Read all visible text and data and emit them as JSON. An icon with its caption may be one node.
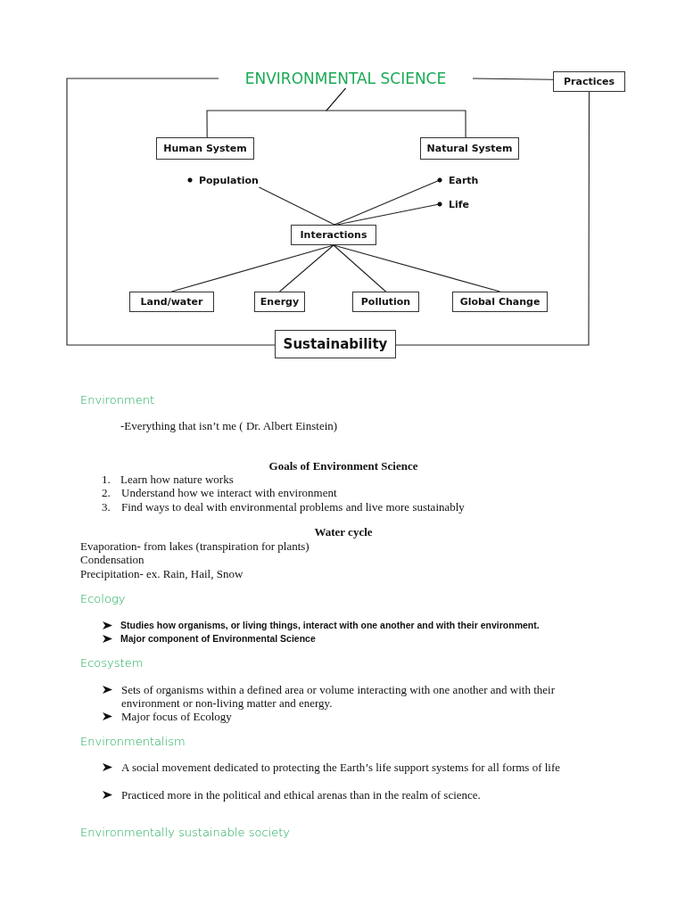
{
  "diagram": {
    "nodes": [
      {
        "text": [
          "ENVIRONMENTAL SCIENCE"
        ]
      },
      {
        "text": [
          "Practices"
        ]
      },
      {
        "text": [
          "Human System"
        ]
      },
      {
        "text": [
          "Natural System"
        ]
      },
      {
        "text": [
          "Population"
        ]
      },
      {
        "text": [
          "Earth"
        ]
      },
      {
        "text": [
          "Life"
        ]
      },
      {
        "text": [
          "Interactions"
        ]
      },
      {
        "text": [
          "Land/water"
        ]
      },
      {
        "text": [
          "Energy"
        ]
      },
      {
        "text": [
          "Pollution"
        ]
      },
      {
        "text": [
          "Global Change"
        ]
      },
      {
        "text": [
          "Sustainability"
        ]
      }
    ],
    "edges": [
      {
        "from": 0,
        "to": 2,
        "arrow": "none"
      },
      {
        "from": 0,
        "to": 3,
        "arrow": "none"
      },
      {
        "from": 0,
        "to": 1,
        "arrow": "none"
      },
      {
        "from": 0,
        "to": 12,
        "arrow": "none"
      },
      {
        "from": 1,
        "to": 12,
        "arrow": "none"
      },
      {
        "from": 4,
        "to": 7,
        "arrow": "none"
      },
      {
        "from": 5,
        "to": 7,
        "arrow": "none"
      },
      {
        "from": 6,
        "to": 7,
        "arrow": "none"
      },
      {
        "from": 7,
        "to": 8,
        "arrow": "none"
      },
      {
        "from": 7,
        "to": 9,
        "arrow": "none"
      },
      {
        "from": 7,
        "to": 10,
        "arrow": "none"
      },
      {
        "from": 7,
        "to": 11,
        "arrow": "none"
      }
    ],
    "labels": [
      "Environment",
      "-Everything that isn’t me ( Dr. Albert Einstein)",
      "Goals of Environment Science",
      "1.",
      "Learn how nature works",
      "2.",
      "Understand how we interact with environment",
      "3.",
      "Find ways to deal with environmental problems and live more sustainably",
      "Water cycle",
      "Evaporation- from lakes (transpiration for plants)",
      "Condensation",
      "Precipitation- ex. Rain, Hail, Snow",
      "Ecology",
      "Studies how organisms, or living things, interact with one another and with their environment.",
      "Major component of Environmental Science",
      "Ecosystem",
      "Sets of organisms within a defined area or volume interacting with one another and with their environment or non-living matter and energy.",
      "Major focus of Ecology",
      "Environmentalism",
      "A social movement dedicated to protecting the Earth’s life support systems for all forms of life",
      "Practiced more in the political and ethical arenas than in the realm of science.",
      "Environmentally sustainable society"
    ]
  }
}
